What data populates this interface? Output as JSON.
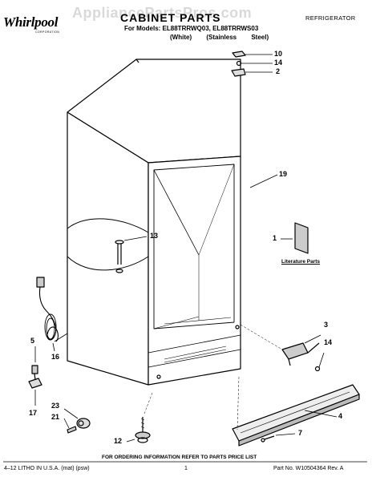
{
  "header": {
    "brand": "Whirlpool",
    "brand_sub": "CORPORATION",
    "title": "CABINET PARTS",
    "models": "For Models: EL88TRRWQ03, EL88TRRWS03",
    "variants": "(White) (Stainless Steel)",
    "category": "REFRIGERATOR",
    "watermark": "AppliancePartsPros.com"
  },
  "callouts": {
    "c1": "1",
    "c2": "2",
    "c3": "3",
    "c4": "4",
    "c5": "5",
    "c7": "7",
    "c10": "10",
    "c12": "12",
    "c13": "13",
    "c14a": "14",
    "c14b": "14",
    "c16": "16",
    "c17": "17",
    "c19": "19",
    "c21": "21",
    "c23": "23"
  },
  "literature_label": "Literature Parts",
  "footer": {
    "note": "FOR ORDERING INFORMATION REFER TO PARTS PRICE LIST",
    "left": "4–12 LITHO IN U.S.A. (mat) (psw)",
    "page": "1",
    "part_no": "Part No. W10504364 Rev. A"
  }
}
